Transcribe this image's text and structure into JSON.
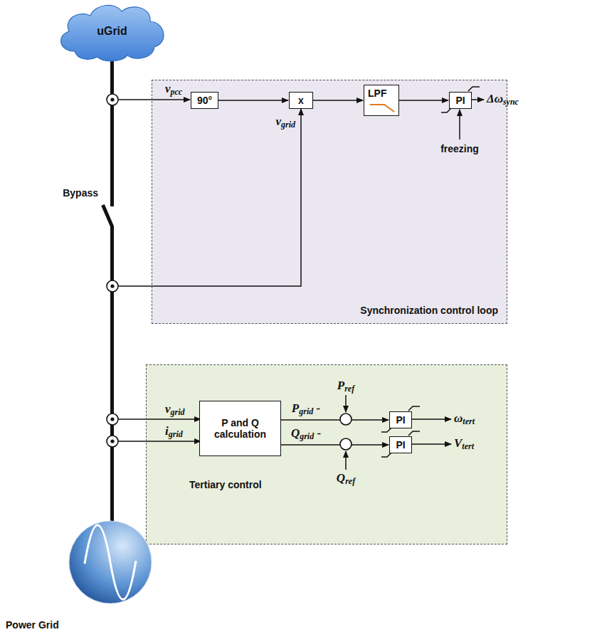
{
  "diagram": {
    "nodes": [
      {
        "text": [
          "uGrid"
        ]
      },
      {
        "text": [
          "Synchronization control loop"
        ]
      },
      {
        "text": [
          "90°"
        ],
        "in": 1
      },
      {
        "text": [
          "x"
        ],
        "in": 1
      },
      {
        "text": [
          "LPF"
        ],
        "in": 1
      },
      {
        "text": [
          "PI"
        ],
        "in": 1
      },
      {
        "text": [
          "Tertiary control"
        ]
      },
      {
        "text": [
          "P and Q calculation"
        ],
        "in": 6
      },
      {
        "text": [
          "PI"
        ],
        "in": 6
      },
      {
        "text": [
          "PI"
        ],
        "in": 6
      },
      {
        "text": [
          "Power Grid"
        ]
      }
    ],
    "edges": [
      {
        "from": 2,
        "to": 3,
        "arrow": "to"
      },
      {
        "from": 3,
        "to": 4,
        "arrow": "to"
      },
      {
        "from": 4,
        "to": 5,
        "arrow": "to"
      },
      {
        "from": 7,
        "to": 8,
        "arrow": "to",
        "label": "Pgrid -"
      },
      {
        "from": 7,
        "to": 9,
        "arrow": "to",
        "label": "Qgrid -"
      },
      {
        "from": 0,
        "to": 10,
        "arrow": "none"
      }
    ],
    "labels": [
      "vpcc",
      "vgrid",
      "Δωsync",
      "freezing",
      "Bypass",
      "Pref",
      "Qref",
      "ωtert",
      "Vtert",
      "vgrid",
      "igrid"
    ]
  }
}
